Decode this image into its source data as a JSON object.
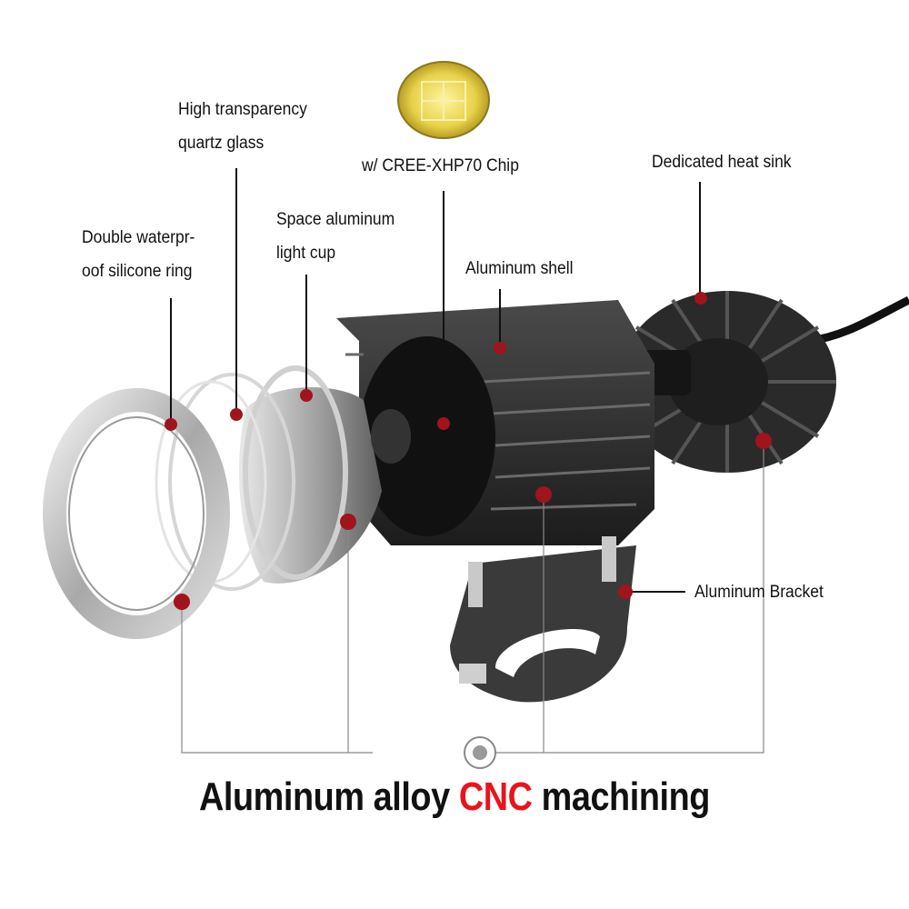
{
  "labels": {
    "quartz_glass": [
      "High transparency",
      "quartz glass"
    ],
    "chip": "w/ CREE-XHP70 Chip",
    "heat_sink": "Dedicated heat sink",
    "silicone_ring": [
      "Double waterpr-",
      "oof silicone ring"
    ],
    "light_cup": [
      "Space aluminum",
      "light cup"
    ],
    "shell": "Aluminum shell",
    "bracket": "Aluminum Bracket"
  },
  "headline": {
    "part1": "Aluminum alloy",
    "part2": "CNC",
    "part3": "machining"
  },
  "colors": {
    "marker": "#a0141c",
    "accent": "#e8141a",
    "chip_yellow": "#e7d24a"
  }
}
